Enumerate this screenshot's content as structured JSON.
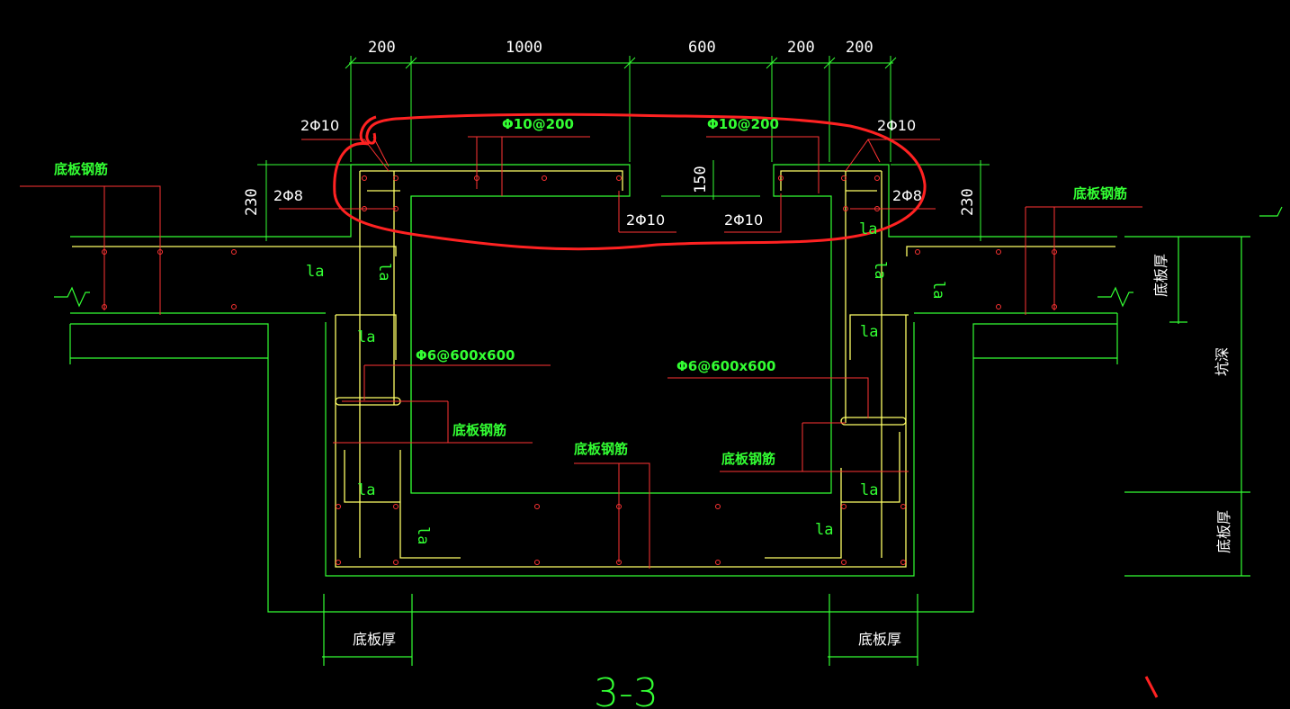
{
  "dimensions": {
    "top": [
      "200",
      "1000",
      "600",
      "200",
      "200"
    ],
    "left_height": "230",
    "right_height": "230",
    "mid_height": "150"
  },
  "rebar": {
    "top_left": "2Φ10",
    "top_right": "2Φ10",
    "phi10_left": "Φ10@200",
    "phi10_right": "Φ10@200",
    "left_2phi8": "2Φ8",
    "right_2phi8": "2Φ8",
    "bottom_2phi10_a": "2Φ10",
    "bottom_2phi10_b": "2Φ10",
    "phi6_left": "Φ6@600x600",
    "phi6_right": "Φ6@600x600"
  },
  "labels": {
    "slab_rebar": "底板钢筋",
    "slab_thickness": "底板厚",
    "pit_depth": "坑深",
    "la": "la"
  },
  "section_title": "3-3",
  "colors": {
    "background": "#000000",
    "structure": "#33ff33",
    "rebar": "#ffff66",
    "leader": "#ff3333",
    "highlight": "#ff2222",
    "dimension_text": "#ffffff"
  }
}
